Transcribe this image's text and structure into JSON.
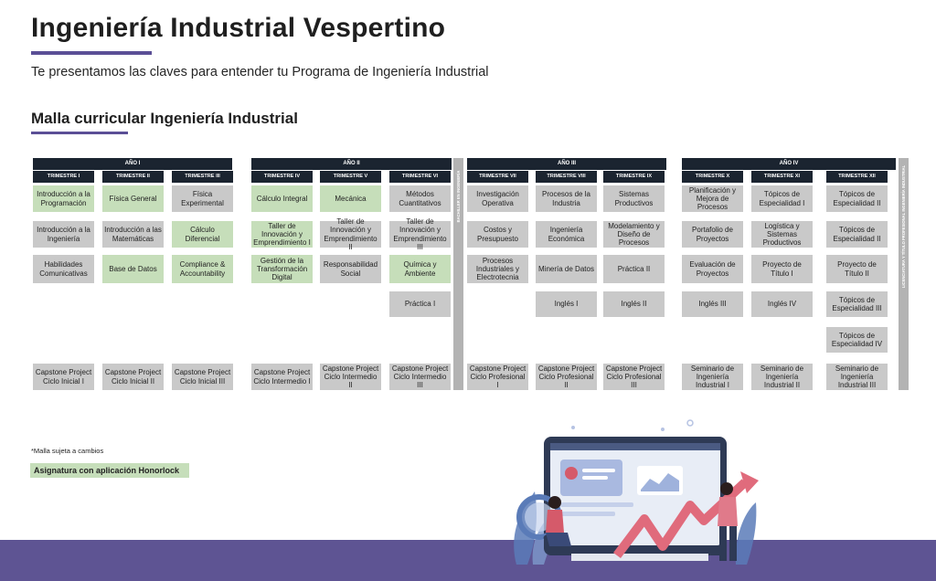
{
  "header": {
    "title": "Ingeniería Industrial Vespertino",
    "subtitle": "Te presentamos las claves para entender tu Programa de Ingeniería Industrial",
    "section_title": "Malla curricular Ingeniería Industrial"
  },
  "years": [
    {
      "label": "AÑO I",
      "terms": [
        "TRIMESTRE I",
        "TRIMESTRE II",
        "TRIMESTRE III"
      ]
    },
    {
      "label": "AÑO II",
      "terms": [
        "TRIMESTRE IV",
        "TRIMESTRE V",
        "TRIMESTRE VI"
      ]
    },
    {
      "label": "AÑO III",
      "terms": [
        "TRIMESTRE VII",
        "TRIMESTRE VIII",
        "TRIMESTRE IX"
      ]
    },
    {
      "label": "AÑO IV",
      "terms": [
        "TRIMESTRE X",
        "TRIMESTRE XI",
        "TRIMESTRE XII"
      ]
    }
  ],
  "courses": [
    {
      "name": "Introducción a la Programación",
      "style": "green"
    },
    {
      "name": "Introducción a la Ingeniería",
      "style": "gray"
    },
    {
      "name": "Habilidades Comunicativas",
      "style": "gray"
    },
    {
      "name": "Capstone Project Ciclo Inicial I",
      "style": "gray"
    },
    {
      "name": "Física General",
      "style": "green"
    },
    {
      "name": "Introducción a las Matemáticas",
      "style": "gray"
    },
    {
      "name": "Base de Datos",
      "style": "green"
    },
    {
      "name": "Capstone Project Ciclo Inicial II",
      "style": "gray"
    },
    {
      "name": "Física Experimental",
      "style": "gray"
    },
    {
      "name": "Cálculo Diferencial",
      "style": "green"
    },
    {
      "name": "Compliance & Accountability",
      "style": "green"
    },
    {
      "name": "Capstone Project Ciclo Inicial III",
      "style": "gray"
    },
    {
      "name": "Cálculo Integral",
      "style": "green"
    },
    {
      "name": "Taller de Innovación y Emprendimiento I",
      "style": "green"
    },
    {
      "name": "Gestión de la Transformación Digital",
      "style": "green"
    },
    {
      "name": "Capstone Project Ciclo Intermedio I",
      "style": "gray"
    },
    {
      "name": "Mecánica",
      "style": "green"
    },
    {
      "name": "Taller de Innovación y Emprendimiento II",
      "style": "gray"
    },
    {
      "name": "Responsabilidad Social",
      "style": "gray"
    },
    {
      "name": "Capstone Project Ciclo Intermedio II",
      "style": "gray"
    },
    {
      "name": "Métodos Cuantitativos",
      "style": "gray"
    },
    {
      "name": "Taller de Innovación y Emprendimiento III",
      "style": "gray"
    },
    {
      "name": "Química y Ambiente",
      "style": "green"
    },
    {
      "name": "Práctica I",
      "style": "gray"
    },
    {
      "name": "Capstone Project Ciclo Intermedio III",
      "style": "gray"
    },
    {
      "name": "Investigación Operativa",
      "style": "gray"
    },
    {
      "name": "Costos y Presupuesto",
      "style": "gray"
    },
    {
      "name": "Procesos Industriales y Electrotecnia",
      "style": "gray"
    },
    {
      "name": "Capstone Project Ciclo Profesional I",
      "style": "gray"
    },
    {
      "name": "Procesos de la Industria",
      "style": "gray"
    },
    {
      "name": "Ingeniería Económica",
      "style": "gray"
    },
    {
      "name": "Minería de Datos",
      "style": "gray"
    },
    {
      "name": "Inglés I",
      "style": "gray"
    },
    {
      "name": "Capstone Project Ciclo Profesional II",
      "style": "gray"
    },
    {
      "name": "Sistemas Productivos",
      "style": "gray"
    },
    {
      "name": "Modelamiento y Diseño de Procesos",
      "style": "gray"
    },
    {
      "name": "Práctica II",
      "style": "gray"
    },
    {
      "name": "Inglés II",
      "style": "gray"
    },
    {
      "name": "Capstone Project Ciclo Profesional III",
      "style": "gray"
    },
    {
      "name": "Planificación y Mejora de Procesos",
      "style": "gray"
    },
    {
      "name": "Portafolio de Proyectos",
      "style": "gray"
    },
    {
      "name": "Evaluación de Proyectos",
      "style": "gray"
    },
    {
      "name": "Inglés III",
      "style": "gray"
    },
    {
      "name": "Seminario de Ingeniería Industrial I",
      "style": "gray"
    },
    {
      "name": "Tópicos de Especialidad I",
      "style": "gray"
    },
    {
      "name": "Logística y Sistemas Productivos",
      "style": "gray"
    },
    {
      "name": "Proyecto de Título I",
      "style": "gray"
    },
    {
      "name": "Inglés IV",
      "style": "gray"
    },
    {
      "name": "Seminario de Ingeniería Industrial II",
      "style": "gray"
    },
    {
      "name": "Tópicos de Especialidad II",
      "style": "gray"
    },
    {
      "name": "Tópicos de Especialidad II",
      "style": "gray"
    },
    {
      "name": "Proyecto de Título II",
      "style": "gray"
    },
    {
      "name": "Tópicos de Especialidad III",
      "style": "gray"
    },
    {
      "name": "Tópicos de Especialidad IV",
      "style": "gray"
    },
    {
      "name": "Seminario de Ingeniería Industrial III",
      "style": "gray"
    }
  ],
  "degree_bars": {
    "bachelor": "BACHILLER EN INGENIERÍA",
    "licentiate": "LICENCIATURA Y TÍTULO PROFESIONAL INGENIERÍA INDUSTRIAL"
  },
  "notes": {
    "disclaimer": "*Malla sujeta a cambios",
    "legend": "Asignatura con aplicación Honorlock"
  },
  "colors": {
    "accent": "#5b4f96",
    "header_dark": "#1b2430",
    "course_green": "#c6deba",
    "course_gray": "#c9c9c9",
    "footer": "#5e5493"
  }
}
